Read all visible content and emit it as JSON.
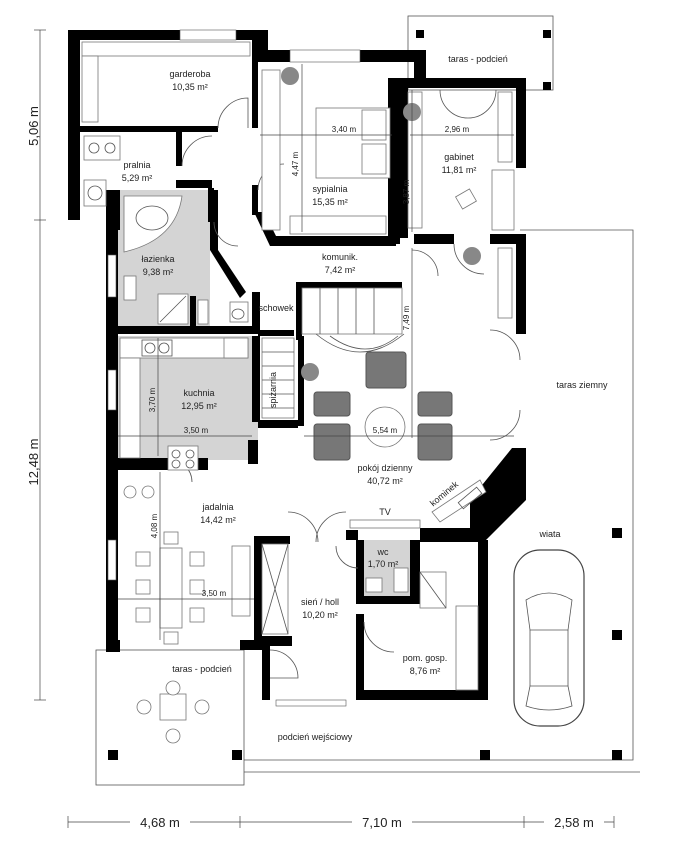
{
  "rooms": [
    {
      "id": "garderoba",
      "name": "garderoba",
      "area": "10,35 m²"
    },
    {
      "id": "pralnia",
      "name": "pralnia",
      "area": "5,29 m²"
    },
    {
      "id": "sypialnia",
      "name": "sypialnia",
      "area": "15,35 m²"
    },
    {
      "id": "gabinet",
      "name": "gabinet",
      "area": "11,81 m²"
    },
    {
      "id": "lazienka",
      "name": "łazienka",
      "area": "9,38 m²"
    },
    {
      "id": "komunik",
      "name": "komunik.",
      "area": "7,42 m²"
    },
    {
      "id": "kuchnia",
      "name": "kuchnia",
      "area": "12,95 m²"
    },
    {
      "id": "pokoj",
      "name": "pokój dzienny",
      "area": "40,72 m²"
    },
    {
      "id": "jadalnia",
      "name": "jadalnia",
      "area": "14,42 m²"
    },
    {
      "id": "wc",
      "name": "wc",
      "area": "1,70 m²"
    },
    {
      "id": "sien",
      "name": "sień / holl",
      "area": "10,20 m²"
    },
    {
      "id": "pomgosp",
      "name": "pom. gosp.",
      "area": "8,76 m²"
    }
  ],
  "labels": {
    "taras_podcien_top": "taras - podcień",
    "taras_podcien_bottom": "taras - podcień",
    "taras_ziemny": "taras ziemny",
    "wiata": "wiata",
    "podcien_wejsciowy": "podcień wejściowy",
    "schowek": "schowek",
    "spizarnia": "spiżarnia",
    "kominek": "kominek",
    "tv": "TV"
  },
  "inner_dims": {
    "syp_w": "3,40 m",
    "syp_h": "4,47 m",
    "gab_w": "2,96 m",
    "gab_h": "3,87 m",
    "kom_h": "7,49 m",
    "kuch_h": "3,70 m",
    "kuch_w": "3,50 m",
    "pokoj_w": "5,54 m",
    "jad_h": "4,08 m",
    "jad_w": "3,50 m"
  },
  "outer_dims": {
    "left_top": "5,06 m",
    "left_total": "12,48 m",
    "bottom_1": "4,68 m",
    "bottom_2": "7,10 m",
    "bottom_3": "2,58 m"
  }
}
